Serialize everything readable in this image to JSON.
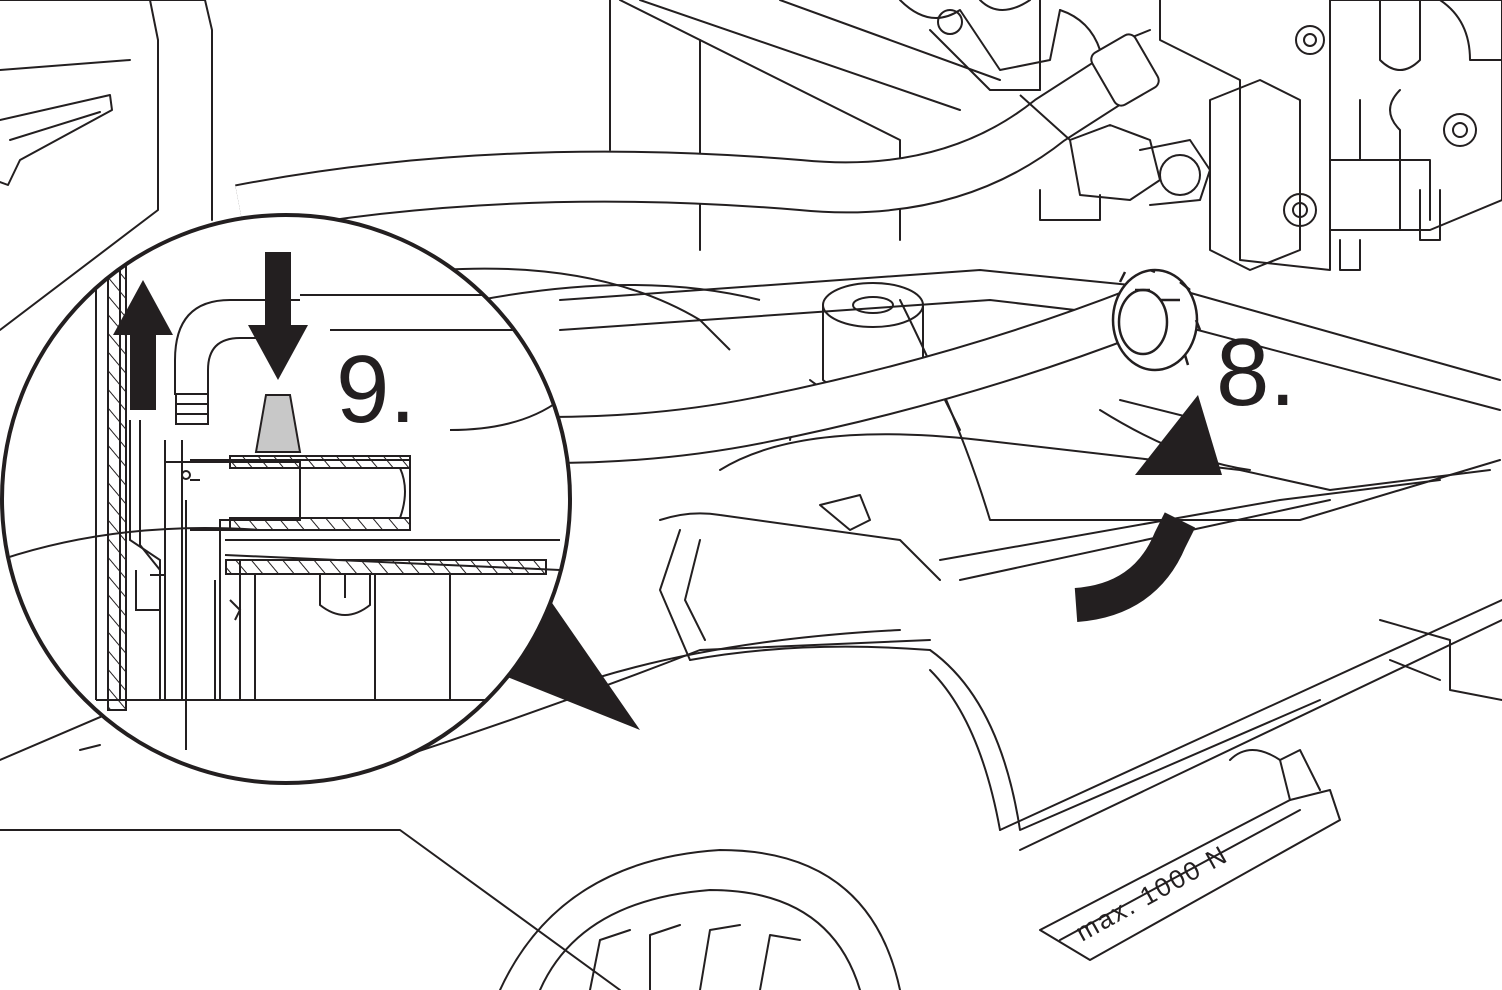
{
  "diagram": {
    "steps": [
      {
        "id": "step-8",
        "label": "8."
      },
      {
        "id": "step-9",
        "label": "9."
      }
    ],
    "plate_text": "max. 1000 N",
    "colors": {
      "ink": "#231f20",
      "paper": "#ffffff",
      "highlight": "#c8c8c8"
    },
    "icons": [
      "arrow-up-icon",
      "arrow-down-icon",
      "curved-arrow-icon",
      "detail-pointer-icon"
    ]
  }
}
